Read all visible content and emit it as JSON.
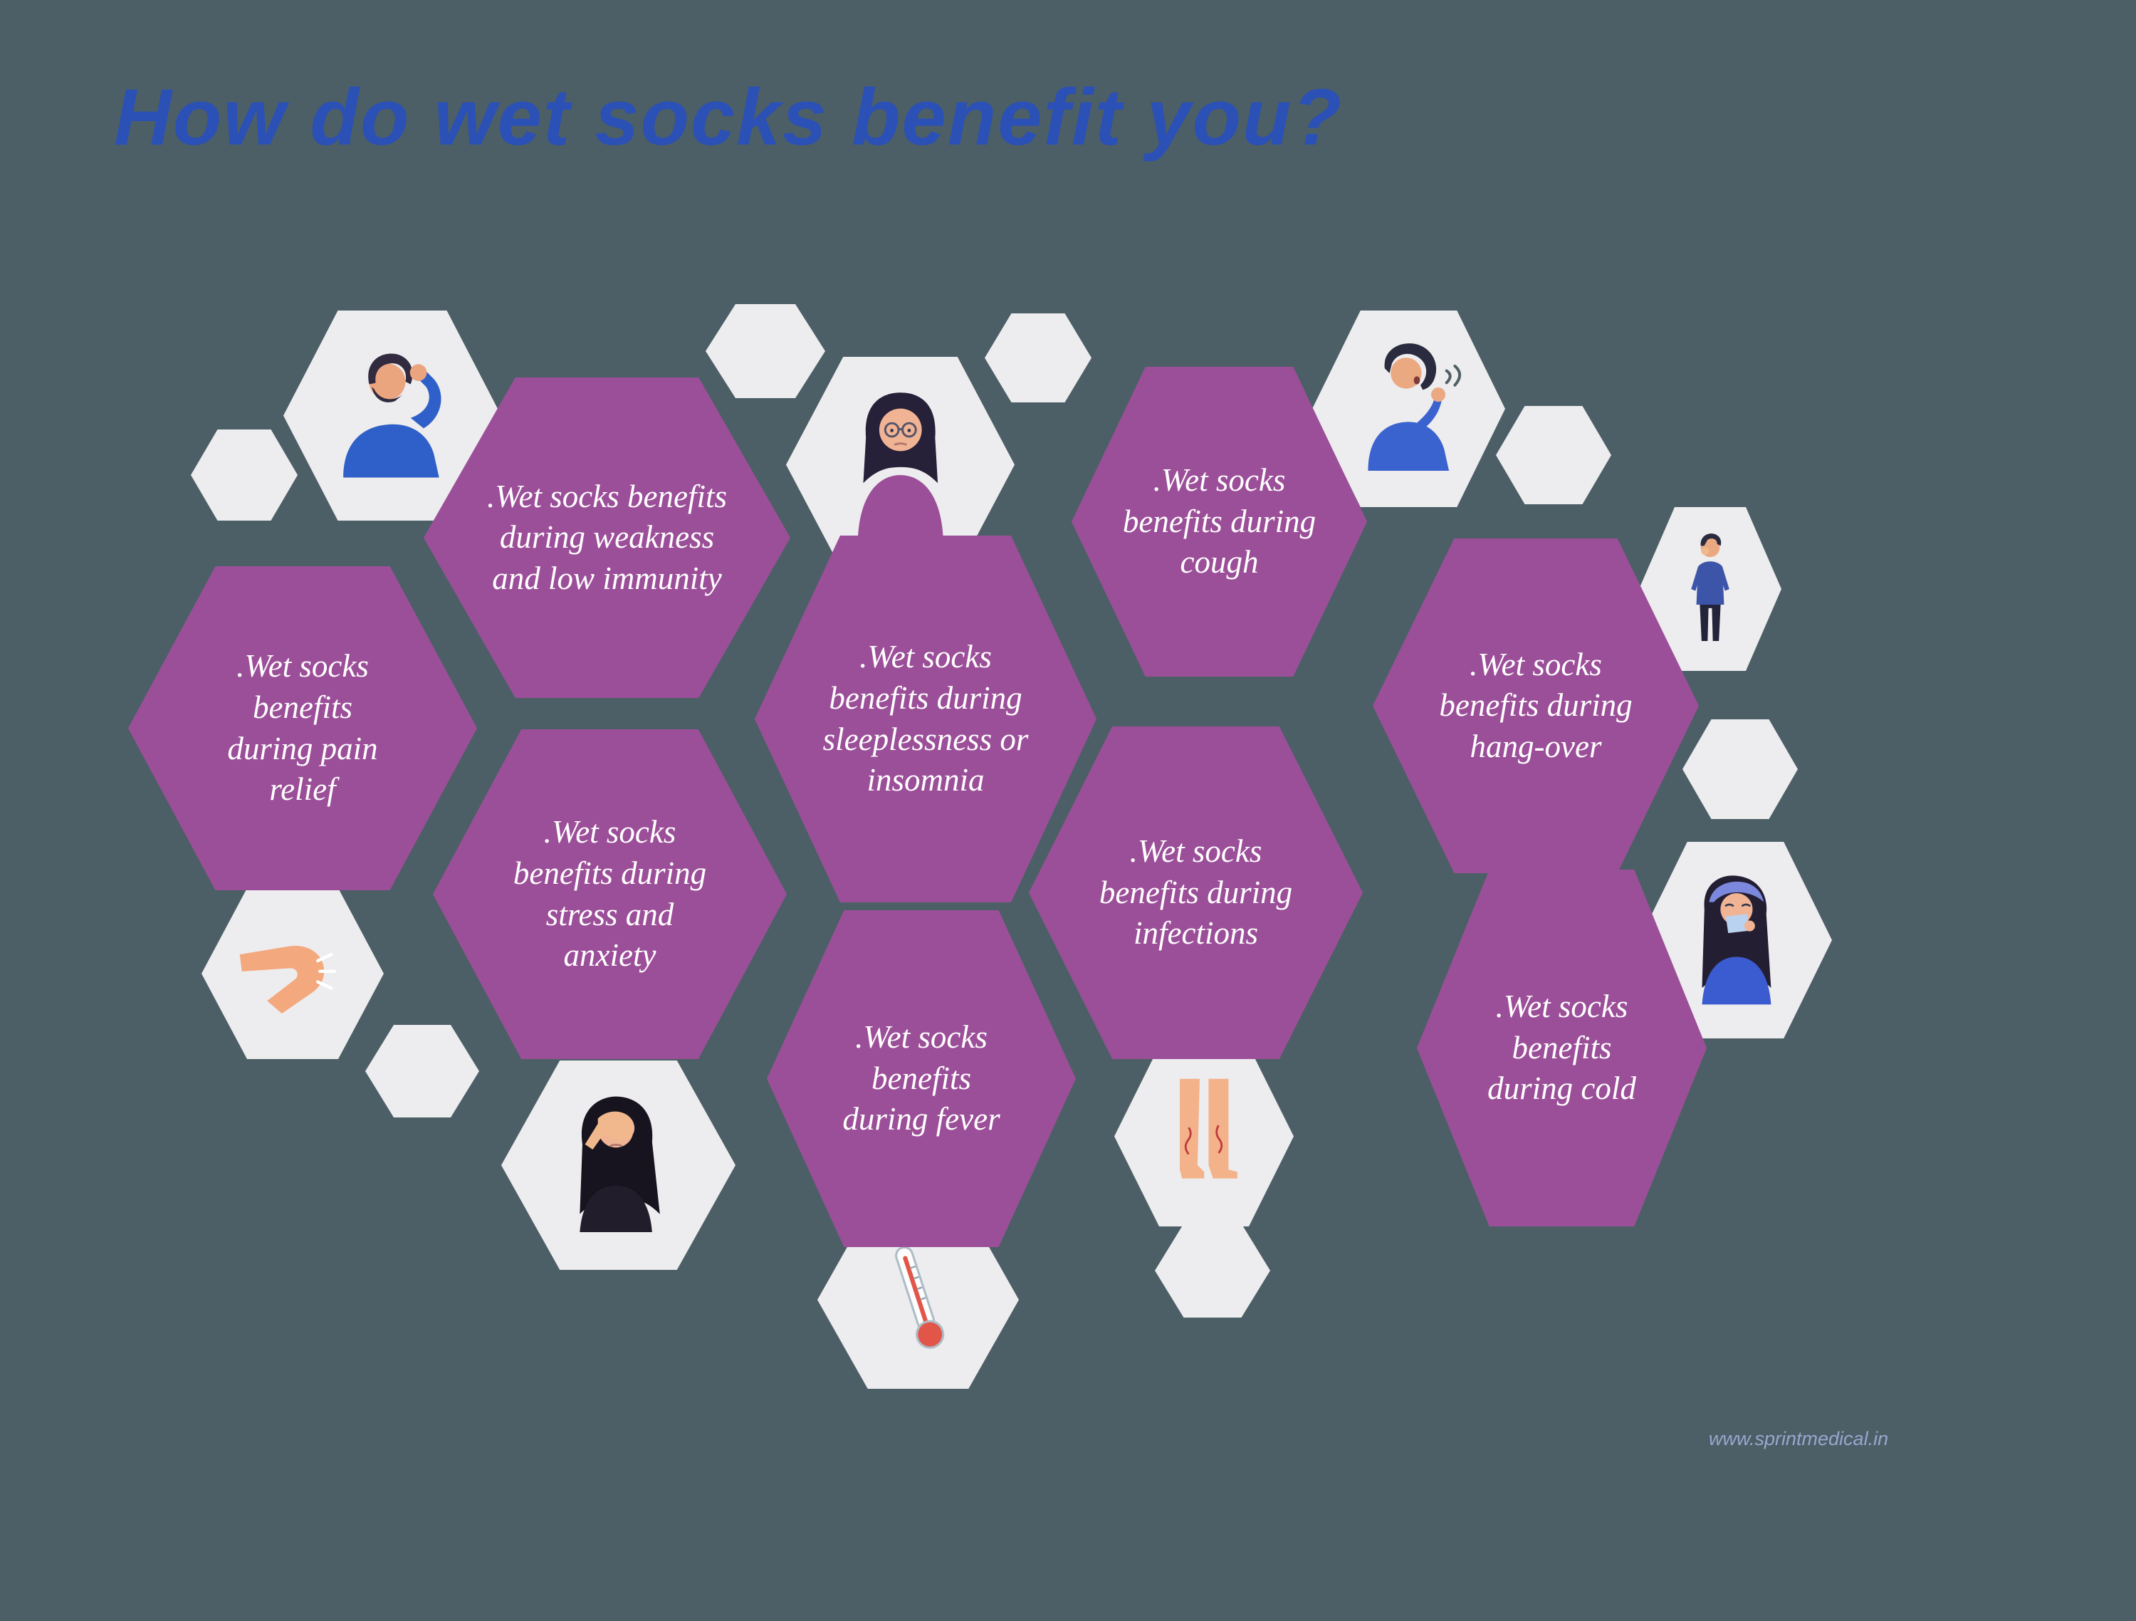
{
  "title": "How do wet socks benefit you?",
  "footer": {
    "url": "www.sprintmedical.in"
  },
  "colors": {
    "background": "#4c5f66",
    "hexagon_purple": "#9c4f99",
    "hexagon_light": "#edecee",
    "title_blue": "#2b50b6",
    "benefit_text": "#ffffff",
    "footer_text": "#97a7cf"
  },
  "benefits": [
    {
      "id": "weakness",
      "text": ".Wet socks benefits during weakness and low immunity"
    },
    {
      "id": "pain-relief",
      "text": ".Wet socks benefits during pain relief"
    },
    {
      "id": "sleeplessness",
      "text": ".Wet socks benefits during sleeplessness or insomnia"
    },
    {
      "id": "cough",
      "text": ".Wet socks benefits during cough"
    },
    {
      "id": "hangover",
      "text": ".Wet socks benefits during hang-over"
    },
    {
      "id": "stress",
      "text": ".Wet socks benefits during stress and anxiety"
    },
    {
      "id": "infections",
      "text": ".Wet socks benefits during infections"
    },
    {
      "id": "fever",
      "text": ".Wet socks benefits during fever"
    },
    {
      "id": "cold",
      "text": ".Wet socks benefits during cold"
    }
  ],
  "icons": [
    "man-with-headache-icon",
    "sick-woman-icon",
    "coughing-man-icon",
    "hungover-man-icon",
    "knee-pain-icon",
    "woman-blowing-nose-icon",
    "woman-facepalm-icon",
    "legs-veins-icon",
    "thermometer-icon"
  ]
}
